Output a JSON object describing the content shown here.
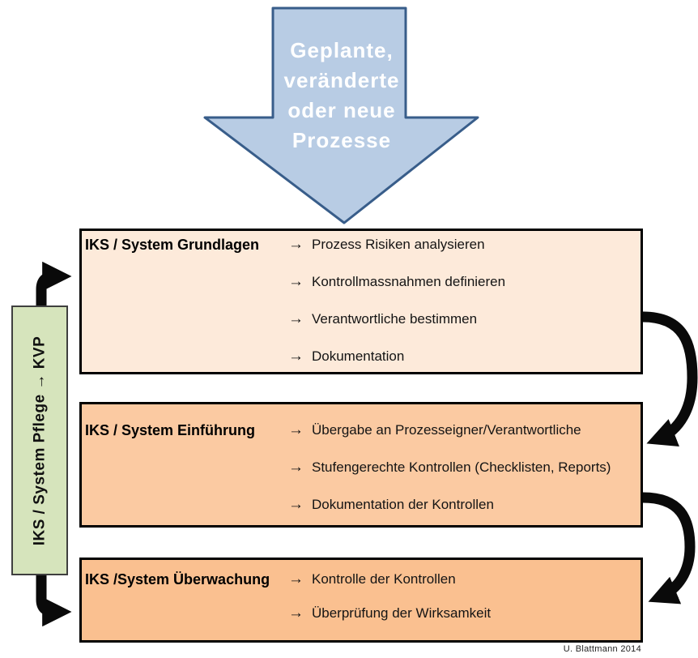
{
  "top_arrow": {
    "lines": [
      "Geplante,",
      "veränderte",
      "oder neue",
      "Prozesse"
    ]
  },
  "side_label": {
    "text": "IKS / System Pflege  →  KVP"
  },
  "glyphs": {
    "item_arrow": "→"
  },
  "boxes": [
    {
      "title": "IKS / System Grundlagen",
      "items": [
        "Prozess Risiken analysieren",
        "Kontrollmassnahmen definieren",
        "Verantwortliche bestimmen",
        "Dokumentation"
      ]
    },
    {
      "title": "IKS / System Einführung",
      "items": [
        "Übergabe an Prozesseigner/Verantwortliche",
        "Stufengerechte Kontrollen (Checklisten, Reports)",
        "Dokumentation der Kontrollen"
      ]
    },
    {
      "title": "IKS /System Überwachung",
      "items": [
        "Kontrolle der Kontrollen",
        "Überprüfung der Wirksamkeit"
      ]
    }
  ],
  "attribution": "U. Blattmann  2014",
  "colors": {
    "input_arrow_fill": "#b8cce4",
    "input_arrow_border": "#385d8a",
    "input_arrow_text": "#ffffff",
    "box1_fill": "#fdeada",
    "box2_fill": "#fbcaa2",
    "box3_fill": "#fac090",
    "box_border": "#000000",
    "side_label_fill": "#d6e4bc",
    "side_label_border": "#3f3f3f",
    "flow_arrow": "#0a0a0a"
  }
}
